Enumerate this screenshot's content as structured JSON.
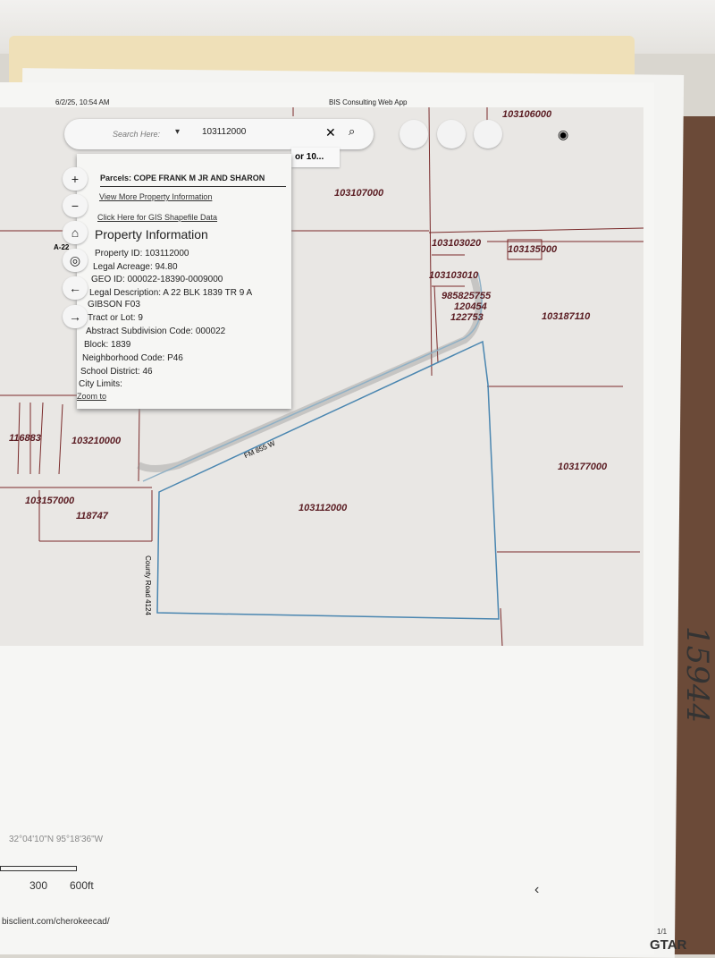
{
  "header": {
    "datetime": "6/2/25, 10:54 AM",
    "app_title": "BIS Consulting Web App"
  },
  "search": {
    "placeholder": "Search Here:",
    "value": "103112000",
    "hint": "or 10..."
  },
  "controls": {
    "zoom_in": "+",
    "zoom_out": "−",
    "home": "⌂",
    "locate": "◎",
    "back": "←",
    "forward": "→",
    "clear": "✕",
    "search": "🔍",
    "visibility": "👁"
  },
  "popup": {
    "title": "Parcels: COPE FRANK M JR AND SHARON",
    "link_more": "View More Property Information",
    "link_gis": "Click Here for GIS Shapefile Data",
    "heading": "Property Information",
    "rows": [
      "Property ID: 103112000",
      "Legal Acreage: 94.80",
      "GEO ID: 000022-18390-0009000",
      "Legal Description: A 22 BLK 1839 TR 9 A",
      "GIBSON F03",
      "Tract or Lot: 9",
      "Abstract Subdivision Code: 000022",
      "Block: 1839",
      "Neighborhood Code: P46",
      "School District: 46",
      "City Limits:"
    ],
    "zoom_to": "Zoom to"
  },
  "map": {
    "parcels": [
      "103106000",
      "103107000",
      "103103020",
      "103135000",
      "103103010",
      "985825755",
      "120454",
      "122753",
      "103187110",
      "116883",
      "103210000",
      "103177000",
      "103157000",
      "118747",
      "103112000"
    ],
    "roads": [
      "FM 855 W",
      "County Road 4124"
    ],
    "abstract_label": "A-22"
  },
  "footer": {
    "coords": "32°04'10\"N 95°18'36\"W",
    "scale": [
      "300",
      "600ft"
    ],
    "url": "bisclient.com/cherokeecad/",
    "page": "1/1",
    "watermark": "GTAR",
    "handwriting": "15944"
  }
}
